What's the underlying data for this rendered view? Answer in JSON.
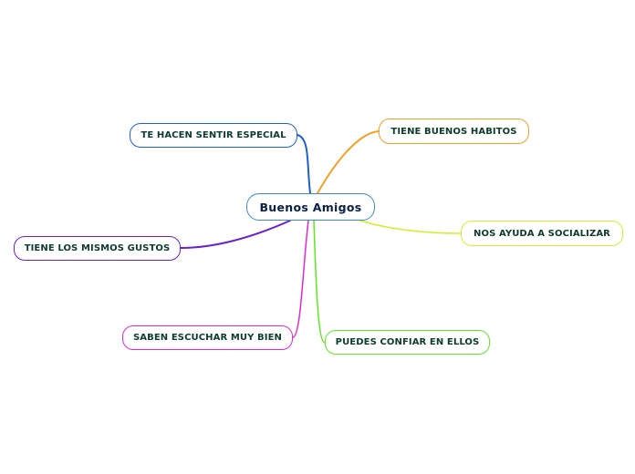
{
  "central": {
    "label": "Buenos Amigos",
    "color": "#3a8fc0"
  },
  "branches": [
    {
      "id": "te-hacen",
      "label": "TE HACEN SENTIR ESPECIAL",
      "color": "#1f5fd0"
    },
    {
      "id": "tiene-buenos",
      "label": "TIENE BUENOS HABITOS",
      "color": "#f5a020"
    },
    {
      "id": "nos-ayuda",
      "label": "NOS AYUDA A SOCIALIZAR",
      "color": "#d4ee2a"
    },
    {
      "id": "tiene-mismos",
      "label": "TIENE LOS MISMOS GUSTOS",
      "color": "#6a1fd0"
    },
    {
      "id": "saben",
      "label": "SABEN ESCUCHAR MUY BIEN",
      "color": "#dd2ad6"
    },
    {
      "id": "puedes",
      "label": "PUEDES CONFIAR EN ELLOS",
      "color": "#5ee820"
    }
  ]
}
